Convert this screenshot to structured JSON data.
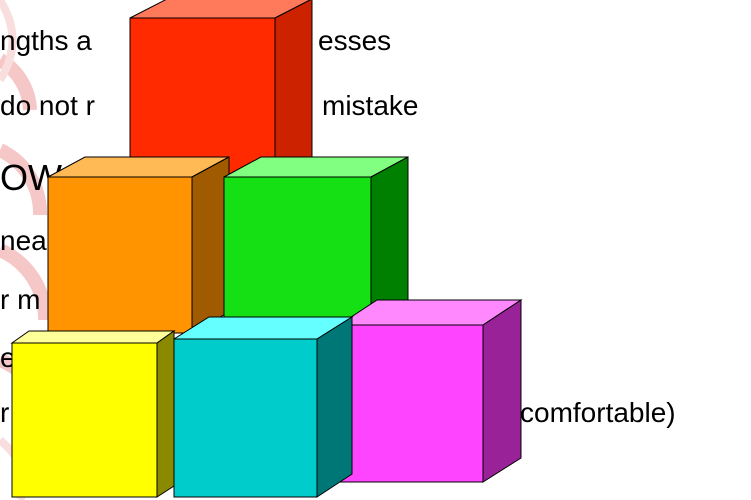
{
  "text_lines": [
    "ngths a",
    "esses",
    "do not r",
    "mistake",
    "OW",
    "nea",
    "r m",
    "er",
    "r",
    "comfortable)"
  ],
  "cubes": [
    {
      "name": "red-cube",
      "color": "#ff2a00"
    },
    {
      "name": "orange-cube",
      "color": "#ff9400"
    },
    {
      "name": "green-cube",
      "color": "#14e014"
    },
    {
      "name": "yellow-cube",
      "color": "#ffff00"
    },
    {
      "name": "cyan-cube",
      "color": "#00cccc"
    },
    {
      "name": "magenta-cube",
      "color": "#ff44ff"
    }
  ],
  "colors": {
    "watermark": "#f3b3b3",
    "text": "#000000"
  }
}
